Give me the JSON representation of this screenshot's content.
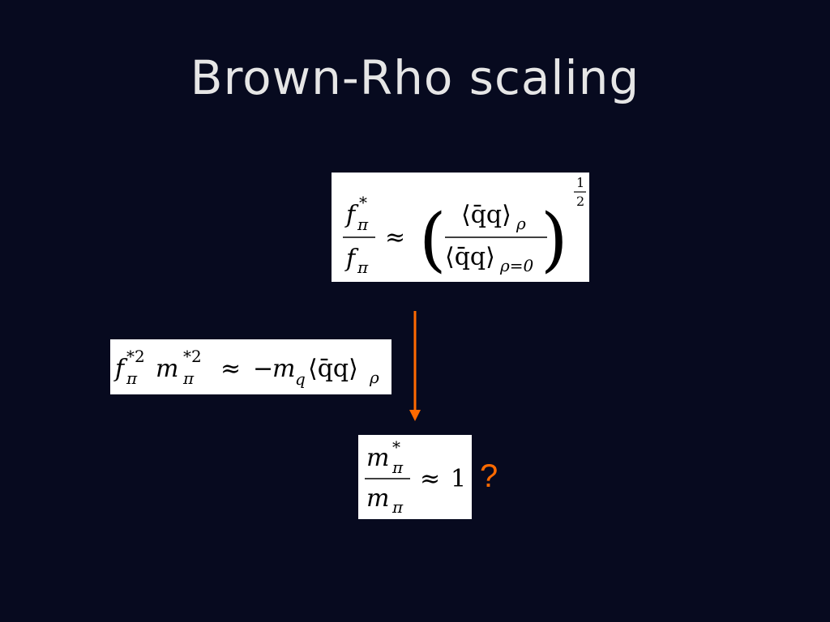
{
  "slide": {
    "title": "Brown-Rho scaling",
    "question_mark": "?"
  },
  "equations": {
    "eq1": {
      "lhs_num_base": "f",
      "lhs_num_sup": "*",
      "lhs_num_sub": "π",
      "lhs_den_base": "f",
      "lhs_den_sub": "π",
      "relation": "≈",
      "rhs_num": "⟨q̄q⟩",
      "rhs_num_sub": "ρ",
      "rhs_den": "⟨q̄q⟩",
      "rhs_den_sub": "ρ=0",
      "exponent_num": "1",
      "exponent_den": "2",
      "paren_left": "(",
      "paren_right": ")"
    },
    "eq2": {
      "f": "f",
      "f_sup": "*2",
      "f_sub": "π",
      "m": "m",
      "m_sup": "*2",
      "m_sub": "π",
      "relation": "≈",
      "minus": "−",
      "mq": "m",
      "mq_sub": "q",
      "cond": "⟨q̄q⟩",
      "cond_sub": "ρ"
    },
    "eq3": {
      "num_base": "m",
      "num_sup": "*",
      "num_sub": "π",
      "den_base": "m",
      "den_sub": "π",
      "relation": "≈",
      "value": "1"
    }
  },
  "colors": {
    "background": "#070a1f",
    "title": "#e6e6e6",
    "arrow": "#ff6a00",
    "question": "#ff6a00"
  }
}
